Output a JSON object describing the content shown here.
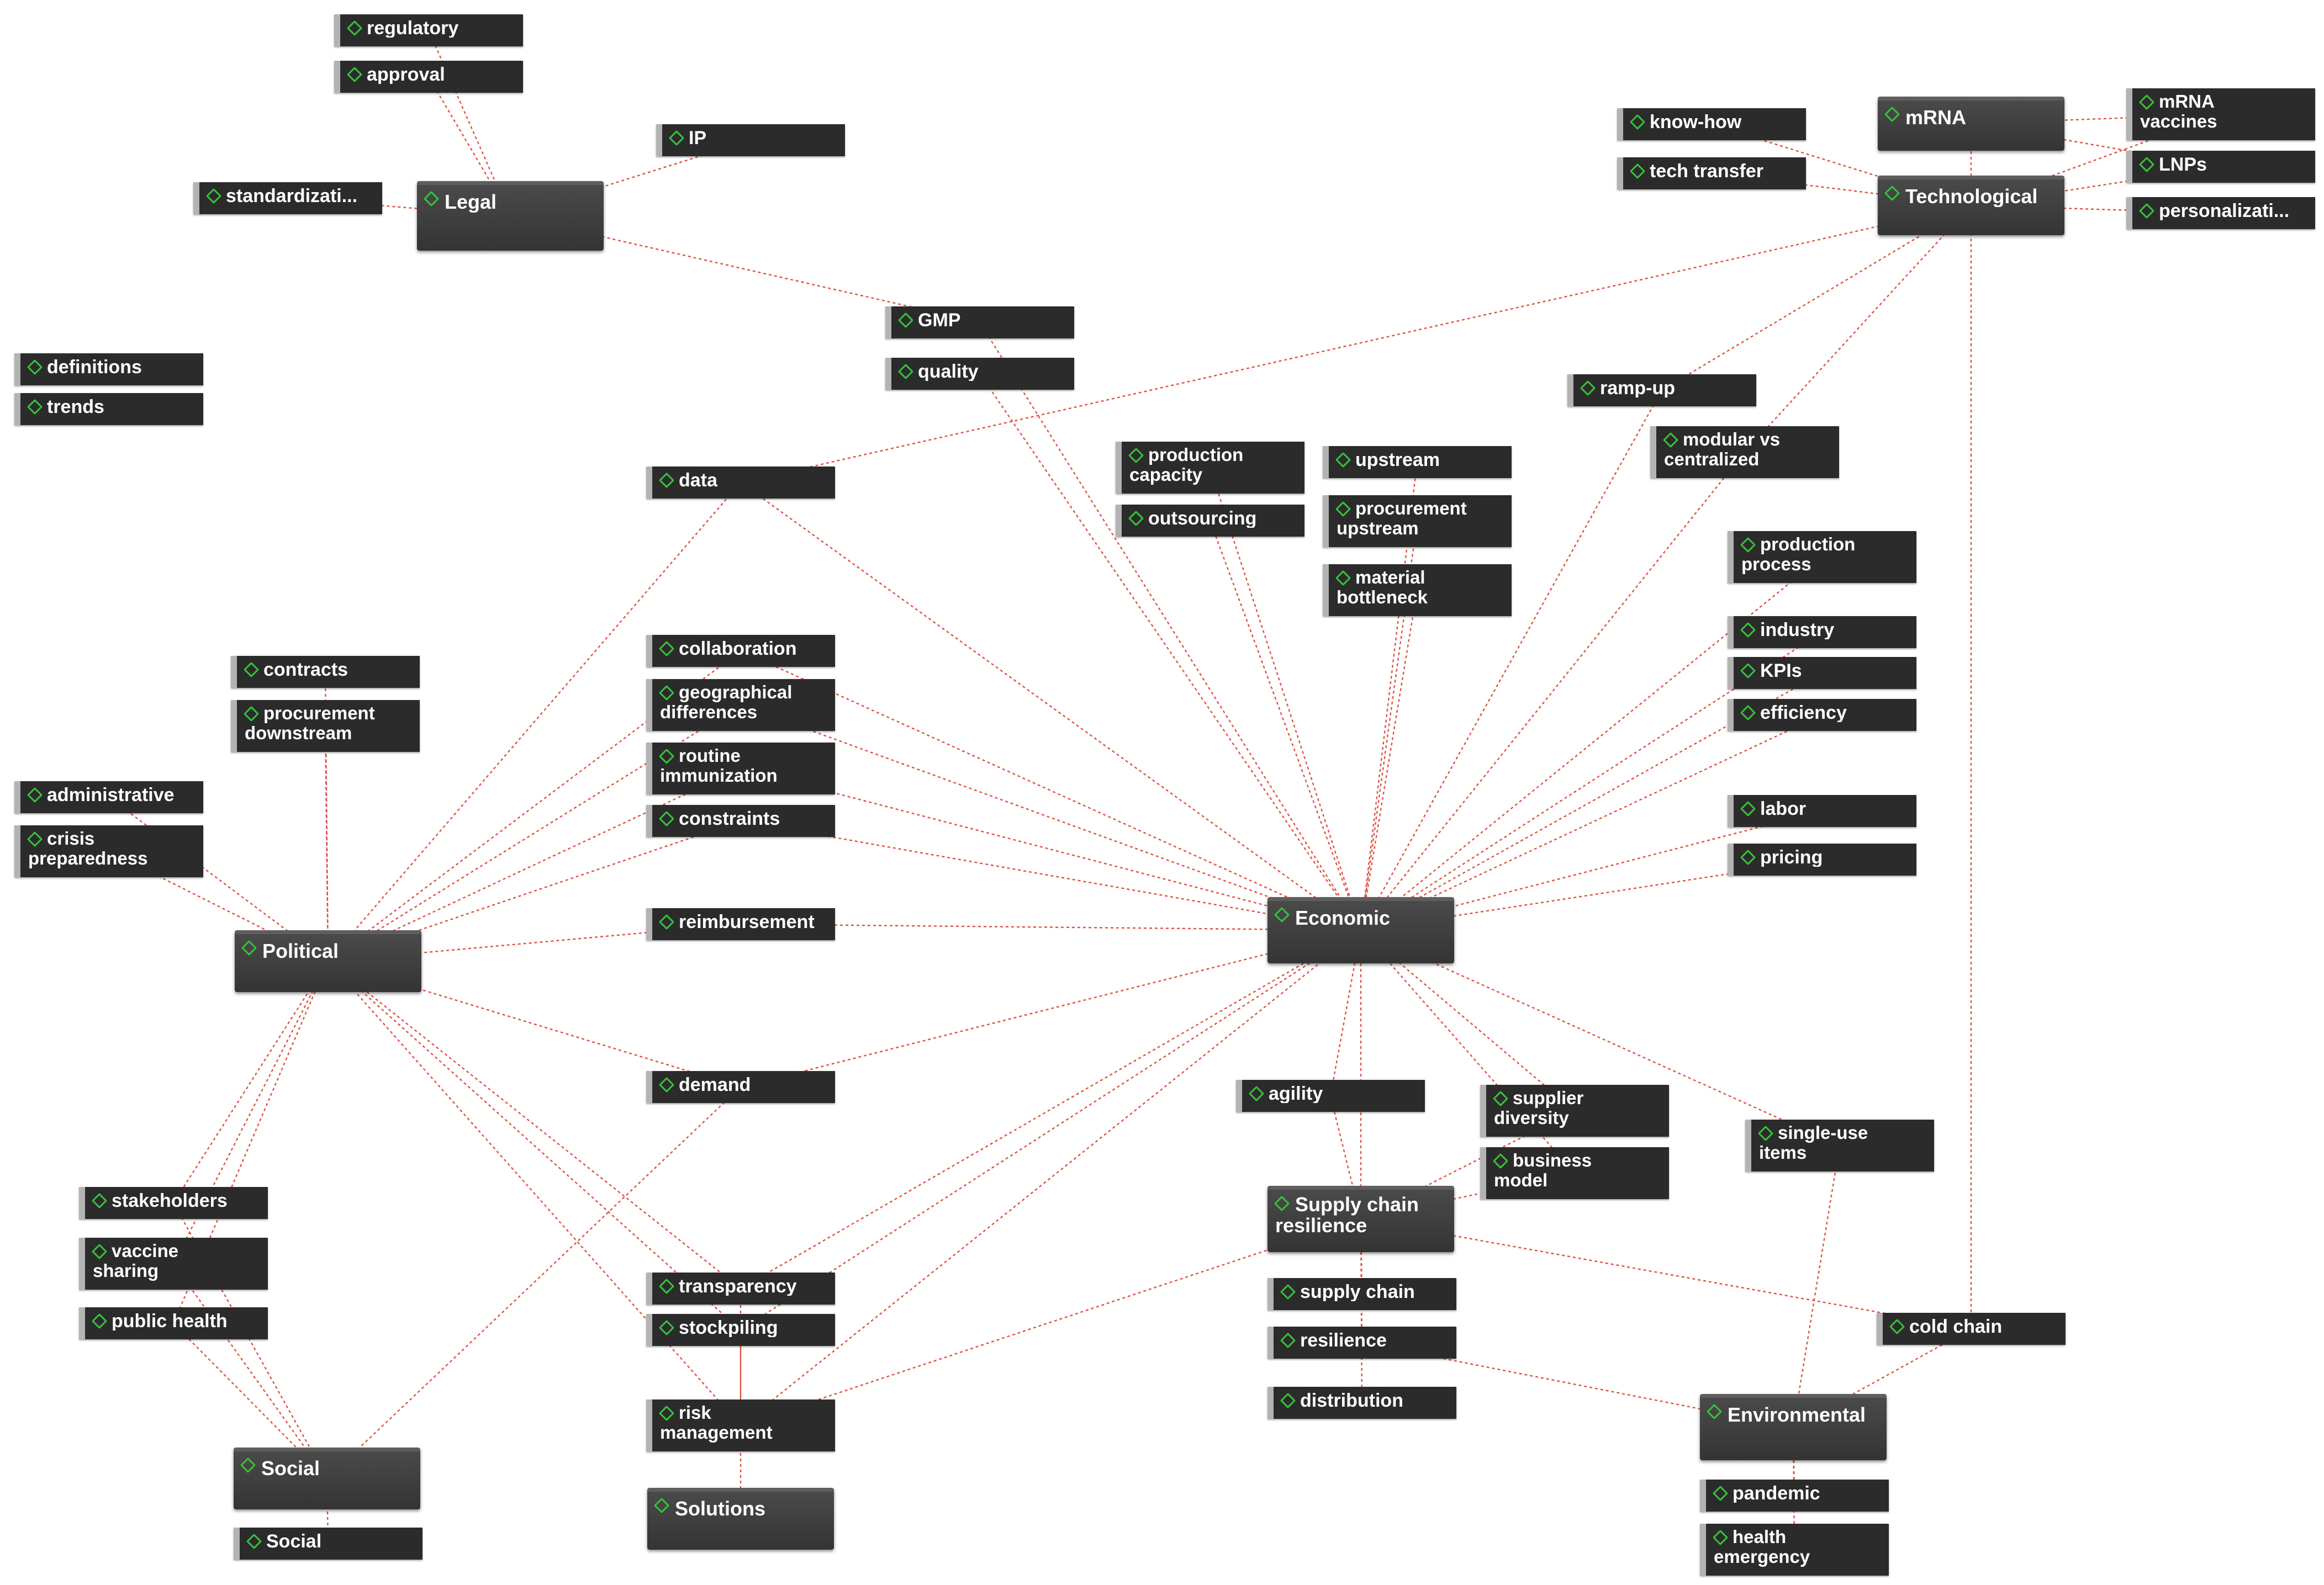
{
  "colors": {
    "edge": "#e0503f",
    "node_bg": "#2b2b2b",
    "node_handle": "#b3b3b3",
    "icon": "#36c23b",
    "text": "#ffffff"
  },
  "node_icon": "diamond-icon",
  "nodes": {
    "regulatory": "regulatory",
    "approval": "approval",
    "ip": "IP",
    "standardization": "standardizati...",
    "legal": "Legal",
    "know_how": "know-how",
    "tech_transfer": "tech transfer",
    "mrna": "mRNA",
    "mrna_vaccines": "mRNA\nvaccines",
    "lnps": "LNPs",
    "personalization": "personalizati...",
    "technological": "Technological",
    "gmp": "GMP",
    "quality": "quality",
    "definitions": "definitions",
    "trends": "trends",
    "ramp_up": "ramp-up",
    "modular": "modular vs\ncentralized",
    "data": "data",
    "production_capacity": "production\ncapacity",
    "outsourcing": "outsourcing",
    "upstream": "upstream",
    "procurement_upstream": "procurement\nupstream",
    "material_bottleneck": "material\nbottleneck",
    "production_process": "production\nprocess",
    "industry": "industry",
    "kpis": "KPIs",
    "efficiency": "efficiency",
    "labor": "labor",
    "pricing": "pricing",
    "collaboration": "collaboration",
    "geographical": "geographical\ndifferences",
    "routine": "routine\nimmunization",
    "constraints": "constraints",
    "contracts": "contracts",
    "procurement_downstream": "procurement\ndownstream",
    "administrative": "administrative",
    "crisis": "crisis\npreparedness",
    "political": "Political",
    "reimbursement": "reimbursement",
    "economic": "Economic",
    "demand": "demand",
    "agility": "agility",
    "supplier_diversity": "supplier\ndiversity",
    "business_model": "business\nmodel",
    "single_use": "single-use\nitems",
    "scr": "Supply chain\nresilience",
    "stakeholders": "stakeholders",
    "vaccine_sharing": "vaccine\nsharing",
    "public_health": "public health",
    "transparency": "transparency",
    "stockpiling": "stockpiling",
    "supply_chain": "supply chain",
    "resilience": "resilience",
    "cold_chain": "cold chain",
    "risk_management": "risk\nmanagement",
    "distribution": "distribution",
    "environmental": "Environmental",
    "social": "Social",
    "social_tag": "Social",
    "solutions": "Solutions",
    "pandemic": "pandemic",
    "health_emergency": "health\nemergency"
  },
  "edges": [
    [
      "regulatory",
      "legal"
    ],
    [
      "approval",
      "legal"
    ],
    [
      "ip",
      "legal"
    ],
    [
      "standardization",
      "legal"
    ],
    [
      "legal",
      "gmp"
    ],
    [
      "know_how",
      "technological"
    ],
    [
      "tech_transfer",
      "technological"
    ],
    [
      "mrna",
      "technological"
    ],
    [
      "mrna",
      "mrna_vaccines"
    ],
    [
      "mrna",
      "lnps"
    ],
    [
      "mrna_vaccines",
      "technological"
    ],
    [
      "lnps",
      "technological"
    ],
    [
      "personalization",
      "technological"
    ],
    [
      "technological",
      "data"
    ],
    [
      "technological",
      "ramp_up"
    ],
    [
      "technological",
      "modular"
    ],
    [
      "technological",
      "cold_chain"
    ],
    [
      "gmp",
      "economic"
    ],
    [
      "quality",
      "economic"
    ],
    [
      "ramp_up",
      "economic"
    ],
    [
      "modular",
      "economic"
    ],
    [
      "data",
      "economic"
    ],
    [
      "data",
      "political"
    ],
    [
      "production_capacity",
      "economic"
    ],
    [
      "outsourcing",
      "economic"
    ],
    [
      "upstream",
      "economic"
    ],
    [
      "procurement_upstream",
      "economic"
    ],
    [
      "material_bottleneck",
      "economic"
    ],
    [
      "production_process",
      "economic"
    ],
    [
      "industry",
      "economic"
    ],
    [
      "kpis",
      "economic"
    ],
    [
      "efficiency",
      "economic"
    ],
    [
      "labor",
      "economic"
    ],
    [
      "pricing",
      "economic"
    ],
    [
      "collaboration",
      "economic"
    ],
    [
      "collaboration",
      "political"
    ],
    [
      "geographical",
      "economic"
    ],
    [
      "geographical",
      "political"
    ],
    [
      "routine",
      "economic"
    ],
    [
      "routine",
      "political"
    ],
    [
      "constraints",
      "economic"
    ],
    [
      "constraints",
      "political"
    ],
    [
      "contracts",
      "political"
    ],
    [
      "procurement_downstream",
      "political"
    ],
    [
      "administrative",
      "political"
    ],
    [
      "crisis",
      "political"
    ],
    [
      "reimbursement",
      "political"
    ],
    [
      "reimbursement",
      "economic"
    ],
    [
      "political",
      "demand"
    ],
    [
      "political",
      "transparency"
    ],
    [
      "political",
      "stockpiling"
    ],
    [
      "political",
      "risk_management"
    ],
    [
      "political",
      "stakeholders"
    ],
    [
      "political",
      "vaccine_sharing"
    ],
    [
      "political",
      "public_health"
    ],
    [
      "demand",
      "economic"
    ],
    [
      "demand",
      "social"
    ],
    [
      "economic",
      "agility"
    ],
    [
      "economic",
      "supplier_diversity"
    ],
    [
      "economic",
      "business_model"
    ],
    [
      "economic",
      "single_use"
    ],
    [
      "economic",
      "scr"
    ],
    [
      "economic",
      "transparency"
    ],
    [
      "economic",
      "stockpiling"
    ],
    [
      "economic",
      "risk_management"
    ],
    [
      "agility",
      "scr"
    ],
    [
      "supplier_diversity",
      "scr"
    ],
    [
      "business_model",
      "scr"
    ],
    [
      "single_use",
      "environmental"
    ],
    [
      "scr",
      "supply_chain"
    ],
    [
      "scr",
      "resilience"
    ],
    [
      "scr",
      "distribution"
    ],
    [
      "scr",
      "cold_chain"
    ],
    [
      "scr",
      "risk_management"
    ],
    [
      "stakeholders",
      "social"
    ],
    [
      "vaccine_sharing",
      "social"
    ],
    [
      "public_health",
      "social"
    ],
    [
      "social",
      "social_tag"
    ],
    [
      "transparency",
      "risk_management"
    ],
    [
      "stockpiling",
      "risk_management"
    ],
    [
      "risk_management",
      "solutions"
    ],
    [
      "resilience",
      "environmental"
    ],
    [
      "cold_chain",
      "environmental"
    ],
    [
      "environmental",
      "pandemic"
    ],
    [
      "environmental",
      "health_emergency"
    ]
  ]
}
